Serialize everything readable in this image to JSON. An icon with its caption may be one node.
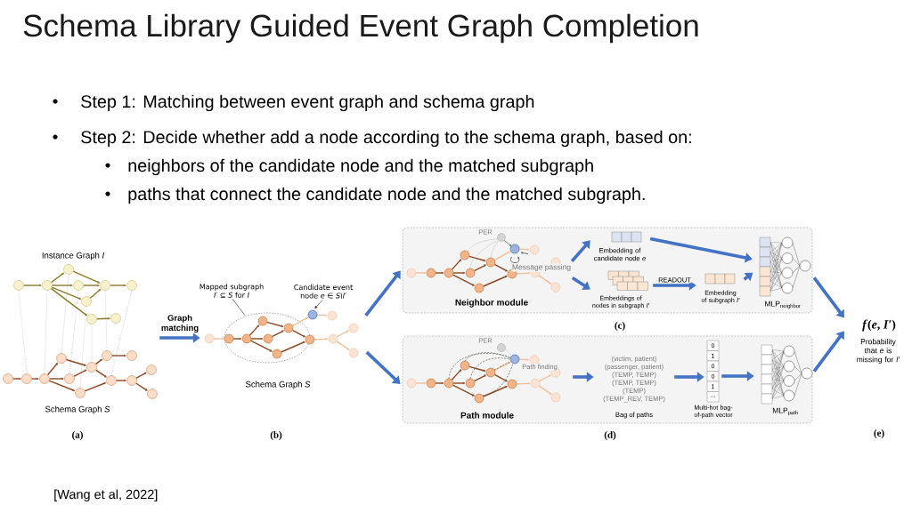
{
  "diagram": {
    "title": "Schema Library Guided Event Graph Completion",
    "nodes": [
      {
        "text": [
          "Instance Graph *I*",
          "Schema Graph *S*"
        ],
        "beside": [
          "(a)"
        ]
      },
      {
        "text": [
          "Mapped subgraph *I′* ⊆ *S* for *I*"
        ]
      },
      {
        "text": [
          "Candidate event node *e* ∈ *S\\I′*"
        ]
      },
      {
        "text": [
          "Schema Graph *S*"
        ]
      },
      {
        "text": [],
        "shape": "box",
        "beside": [
          "(c)"
        ]
      },
      {
        "text": [
          "PER",
          "Message passing",
          "Neighbor module"
        ],
        "in": 4
      },
      {
        "text": [
          "Embedding of candidate node *e*"
        ],
        "in": 4
      },
      {
        "text": [
          "Embeddings of nodes in subgraph *I′*"
        ],
        "in": 4
      },
      {
        "text": [
          "Embedding of subgraph *I′*"
        ],
        "in": 4
      },
      {
        "text": [
          "MLP$_{neighbor}$"
        ],
        "in": 4
      },
      {
        "text": [],
        "shape": "box",
        "beside": [
          "(d)"
        ]
      },
      {
        "text": [
          "PER",
          "Path finding",
          "Path module"
        ],
        "in": 10
      },
      {
        "text": [
          "(victim, patient)",
          "(passenger, patient)",
          "(TEMP, TEMP)",
          "(TEMP, TEMP)",
          "(TEMP)",
          "(TEMP_REV, TEMP)",
          "Bag of paths"
        ],
        "in": 10
      },
      {
        "text": [
          "0",
          "1",
          "0",
          "0",
          "1",
          "…",
          "Multi-hot bag-of-path vector"
        ],
        "in": 10
      },
      {
        "text": [
          "MLP$_{path}$"
        ],
        "in": 10
      },
      {
        "text": [
          "*f*(*e*, *I′*)",
          "Probability that *e* is missing for *I′*"
        ],
        "beside": [
          "(e)"
        ]
      }
    ],
    "edges": [
      {
        "from": 0,
        "to": 3,
        "arrow": "to",
        "label": "Graph matching"
      },
      {
        "from": 1,
        "to": 3,
        "arrow": "none",
        "color": "#404040"
      },
      {
        "from": 2,
        "to": 3,
        "arrow": "to",
        "color": "#404040"
      },
      {
        "from": 3,
        "to": 4,
        "arrow": "to"
      },
      {
        "from": 3,
        "to": 10,
        "arrow": "to"
      },
      {
        "from": 5,
        "to": 6,
        "arrow": "to"
      },
      {
        "from": 5,
        "to": 7,
        "arrow": "to"
      },
      {
        "from": 7,
        "to": 8,
        "arrow": "to",
        "label": "READOUT"
      },
      {
        "from": 6,
        "to": 9,
        "arrow": "to"
      },
      {
        "from": 8,
        "to": 9,
        "arrow": "to"
      },
      {
        "from": 11,
        "to": 12,
        "arrow": "to"
      },
      {
        "from": 12,
        "to": 13,
        "arrow": "to"
      },
      {
        "from": 13,
        "to": 14,
        "arrow": "to"
      },
      {
        "from": 4,
        "to": 15,
        "arrow": "to"
      },
      {
        "from": 10,
        "to": 15,
        "arrow": "to"
      }
    ],
    "labels": [
      "Step 1: Matching between event graph and schema graph",
      "Step 2: Decide whether add a node according to the schema graph, based on:",
      "neighbors of the candidate node and the matched subgraph",
      "paths that connect the candidate node and the matched subgraph.",
      "(b)",
      "[Wang et al, 2022]"
    ]
  }
}
